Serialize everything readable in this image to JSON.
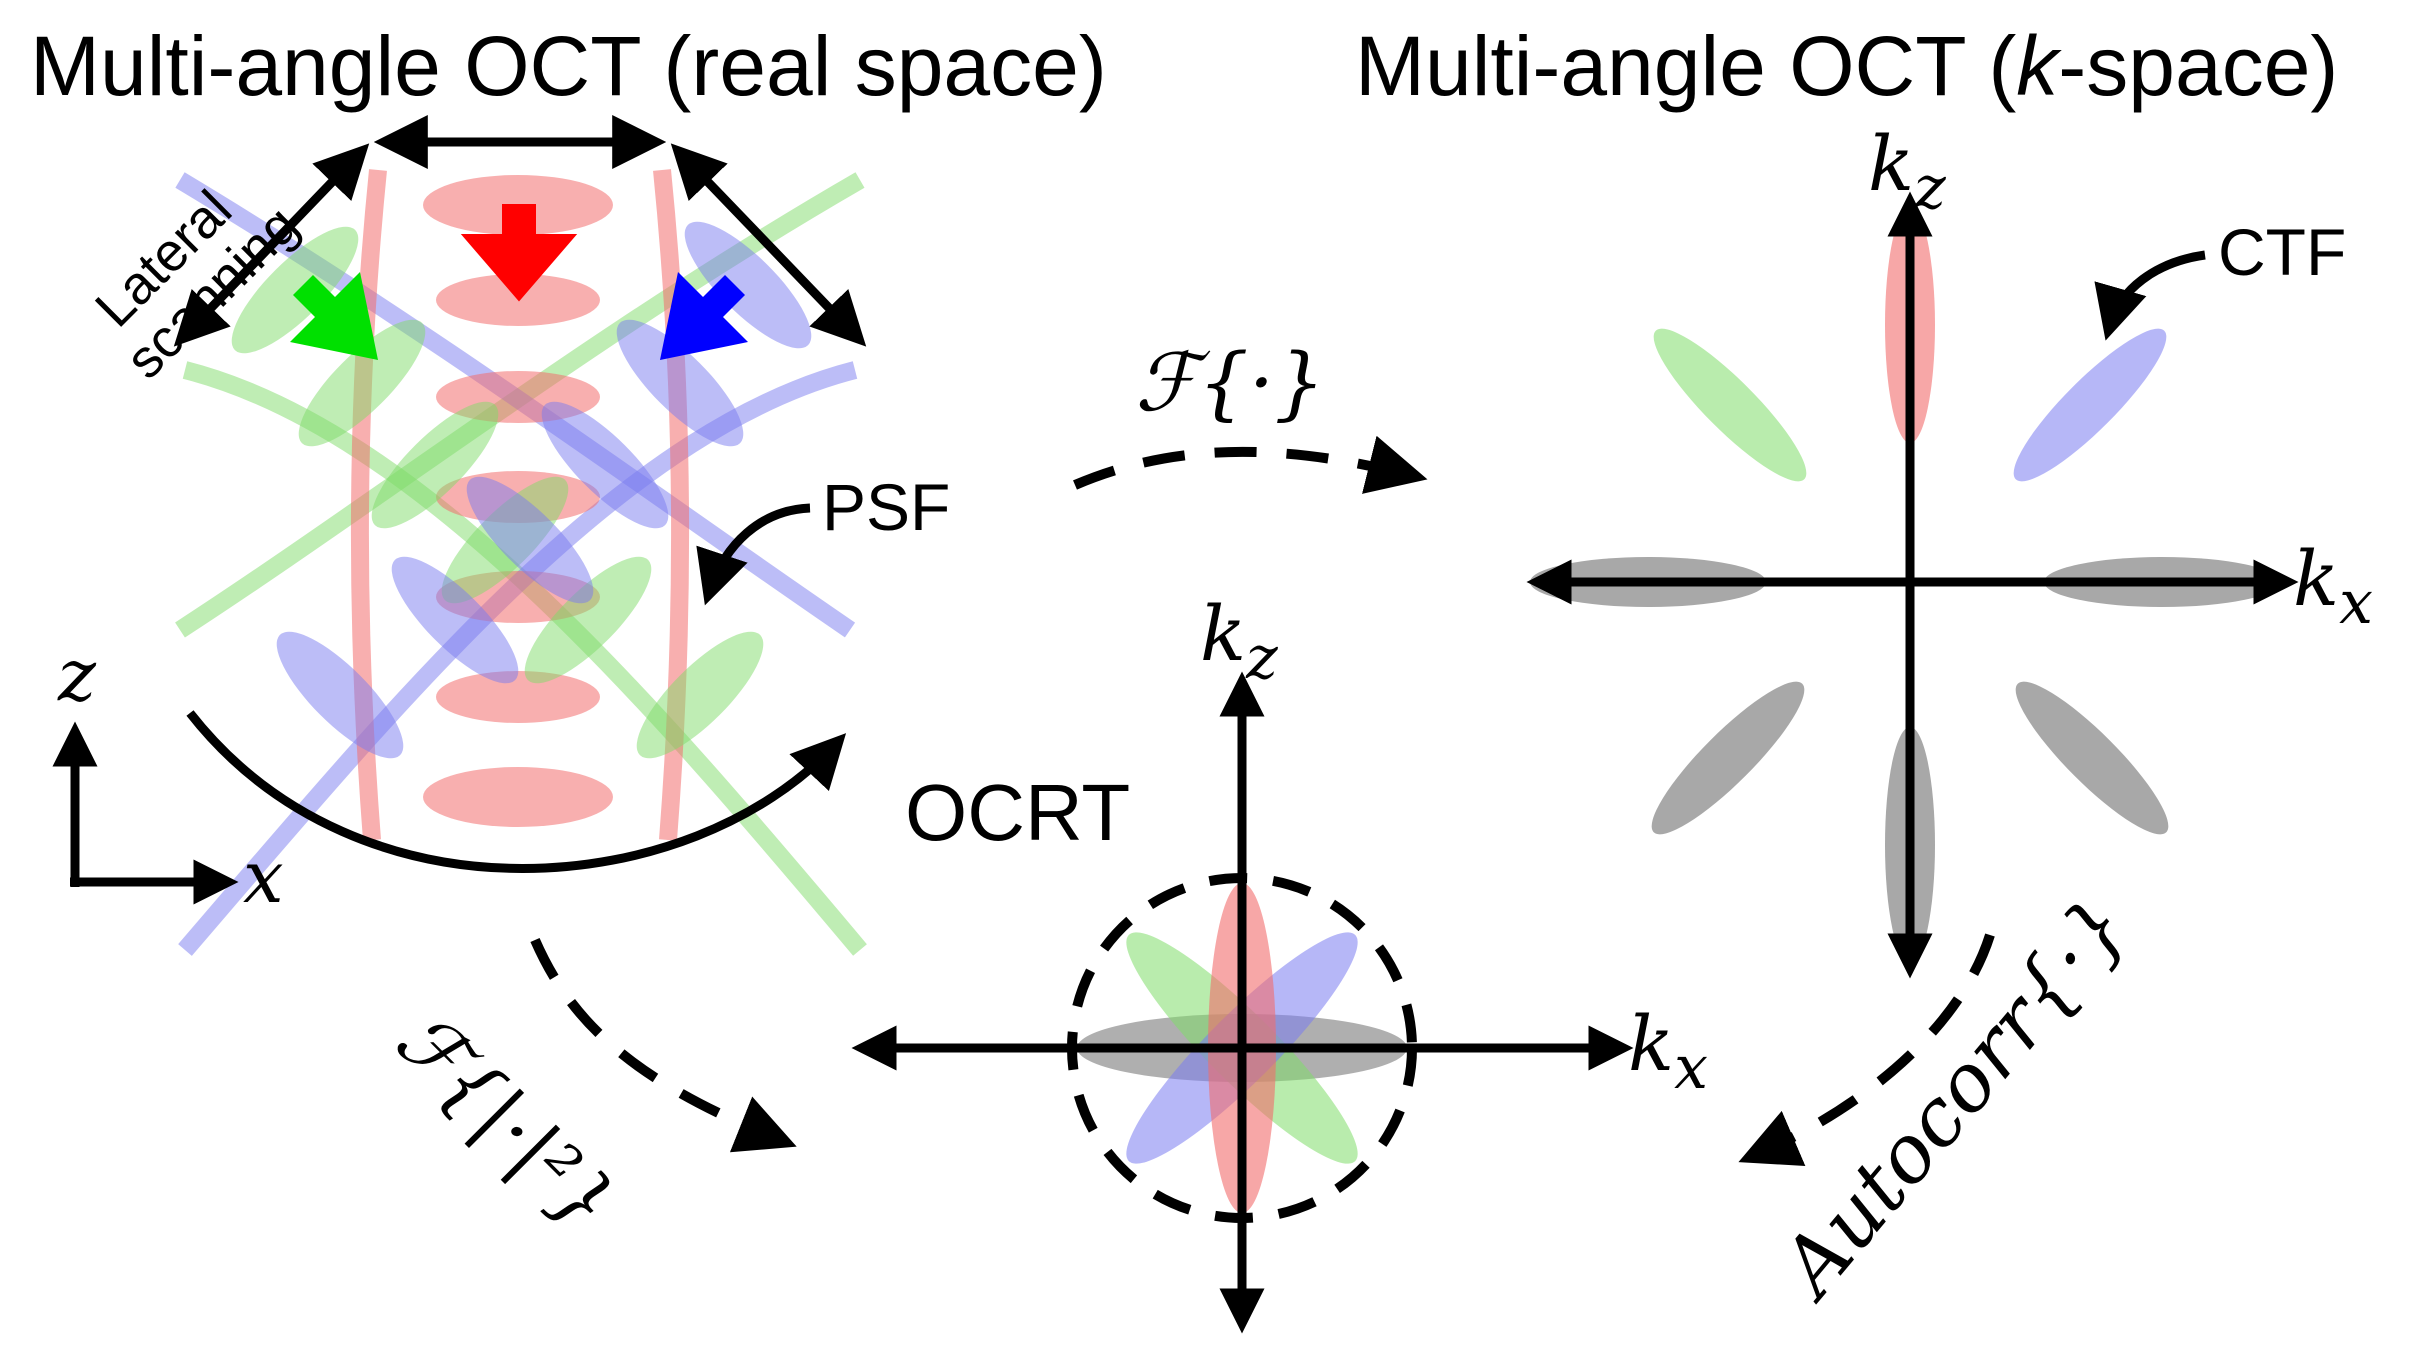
{
  "titles": {
    "real_space_prefix": "Multi-angle OCT (real space)",
    "kspace_prefix": "Multi-angle OCT (",
    "kspace_k": "k",
    "kspace_suffix": "-space)"
  },
  "labels": {
    "lateral_line1": "Lateral",
    "lateral_line2": "scanning",
    "psf": "PSF",
    "ctf": "CTF",
    "ocrt": "OCRT",
    "axis_z": "z",
    "axis_x": "x",
    "kz_k": "k",
    "kz_sub": "z",
    "kx_k": "k",
    "kx_sub": "x"
  },
  "operators": {
    "fourier": "ℱ{·}",
    "fourier_abs_sq": "ℱ{|·|²}",
    "autocorr": "Autocorr{·}"
  },
  "colors": {
    "red": "#f26d6d",
    "green": "#7fdc6a",
    "blue": "#7a7cf0",
    "gray": "#7a7a7a",
    "red_arrow": "#ff0000",
    "green_arrow": "#00e000",
    "blue_arrow": "#0000ff"
  }
}
